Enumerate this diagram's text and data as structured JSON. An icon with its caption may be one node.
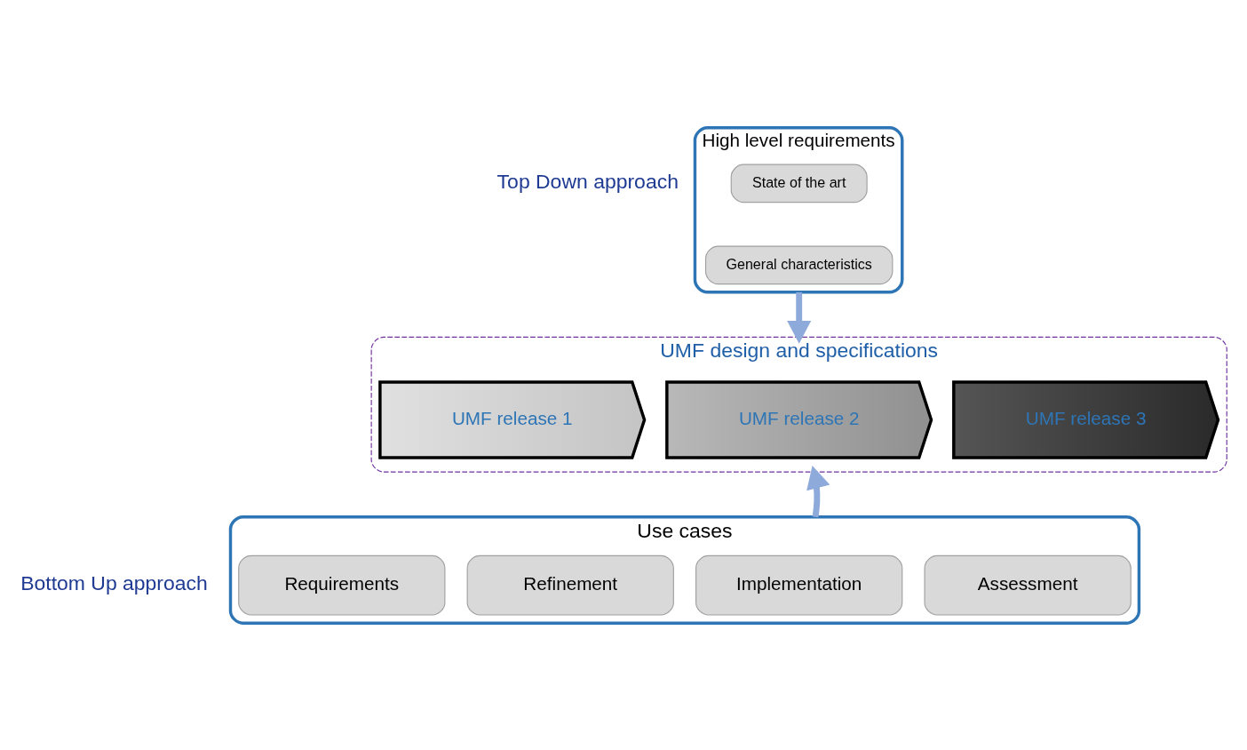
{
  "diagram": {
    "nodes": [
      {
        "text": [
          "High level requirements"
        ]
      },
      {
        "text": [
          "State of the art"
        ],
        "in": 0
      },
      {
        "text": [
          "General characteristics"
        ],
        "in": 0
      },
      {
        "text": [
          "UMF design and specifications"
        ]
      },
      {
        "text": [
          "UMF release 1"
        ],
        "in": 3
      },
      {
        "text": [
          "UMF release 2"
        ],
        "in": 3
      },
      {
        "text": [
          "UMF release 3"
        ],
        "in": 3
      },
      {
        "text": [
          "Use cases"
        ]
      },
      {
        "text": [
          "Requirements"
        ],
        "in": 7
      },
      {
        "text": [
          "Refinement"
        ],
        "in": 7
      },
      {
        "text": [
          "Implementation"
        ],
        "in": 7
      },
      {
        "text": [
          "Assessment"
        ],
        "in": 7
      }
    ],
    "edges": [
      {
        "from": 0,
        "to": 3,
        "arrow": "to"
      },
      {
        "from": 7,
        "to": 3,
        "arrow": "to"
      }
    ],
    "labels": [
      "Top Down approach",
      "Bottom Up approach"
    ]
  }
}
